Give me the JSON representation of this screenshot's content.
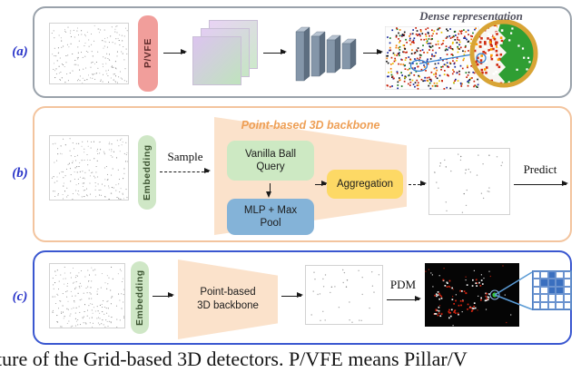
{
  "figure": {
    "caption": "ture of the Grid-based 3D detectors. P/VFE means Pillar/V",
    "panel_a": {
      "label": "(a)",
      "pvfe": "P/VFE",
      "dense_representation": "Dense representation"
    },
    "panel_b": {
      "label": "(b)",
      "embedding": "Embedding",
      "sample": "Sample",
      "backbone_title": "Point-based 3D backbone",
      "vanilla_ball_query": "Vanilla Ball Query",
      "mlp_max_pool": "MLP + Max Pool",
      "aggregation": "Aggregation",
      "predict": "Predict"
    },
    "panel_c": {
      "label": "(c)",
      "embedding": "Embedding",
      "backbone": "Point-based 3D backbone",
      "pdm": "PDM"
    },
    "colors": {
      "panel_a_border": "#9aa2ab",
      "panel_b_border": "#f3c49e",
      "panel_c_border": "#3a57d0",
      "pvfe_bg": "#f19e9b",
      "embedding_bg": "#cfe7c6",
      "backbone_fill": "#fbe2cb",
      "backbone_title_color": "#ee9f55",
      "ball_query_bg": "#cde9c3",
      "mlp_bg": "#84b3d8",
      "aggregation_bg": "#fdd965",
      "panel_label_color": "#2a35c9",
      "grid_cell_fill": "#3a6fbf",
      "magnifier_ring": "#d8a435"
    }
  }
}
